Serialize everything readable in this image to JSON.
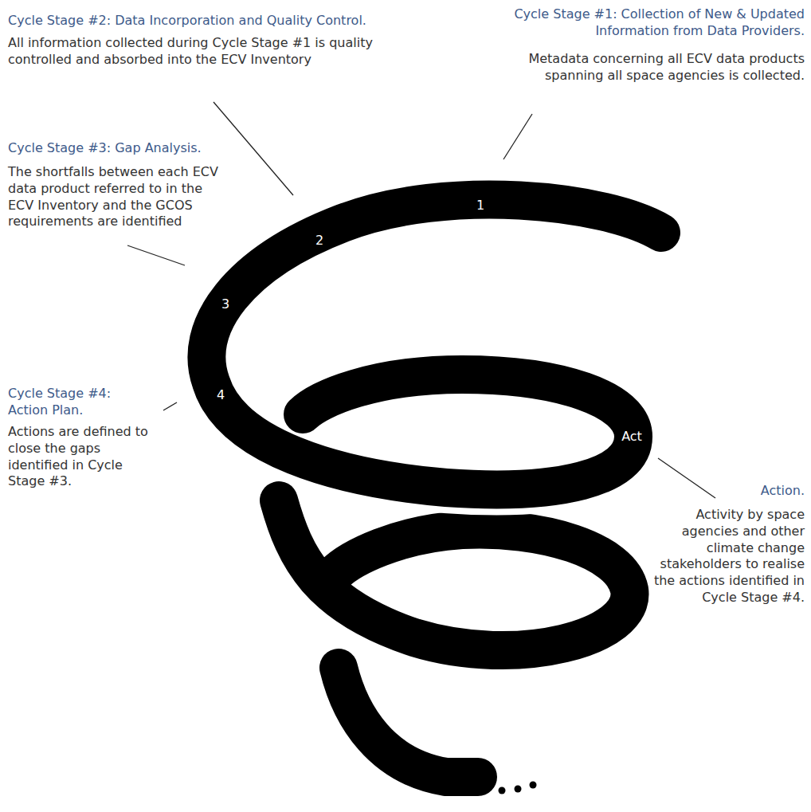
{
  "diagram": {
    "labels": [
      "Cycle Stage #2: Data Incorporation and Quality Control.",
      "All information collected during Cycle Stage #1 is quality controlled and absorbed into the ECV Inventory",
      "Cycle Stage #1: Collection of New & Updated Information from Data Providers.",
      "Metadata concerning all ECV data products spanning all space agencies is collected.",
      "Cycle Stage #3: Gap Analysis.",
      "The shortfalls between each ECV data product referred to in the ECV Inventory and the GCOS requirements are identified",
      "Cycle Stage #4: Action Plan.",
      "Actions are defined to close the gaps identified in Cycle Stage #3.",
      "Action.",
      "Activity by space agencies and other climate change stakeholders to realise the actions identified in Cycle Stage #4.",
      "1",
      "2",
      "3",
      "4",
      "Act"
    ]
  }
}
